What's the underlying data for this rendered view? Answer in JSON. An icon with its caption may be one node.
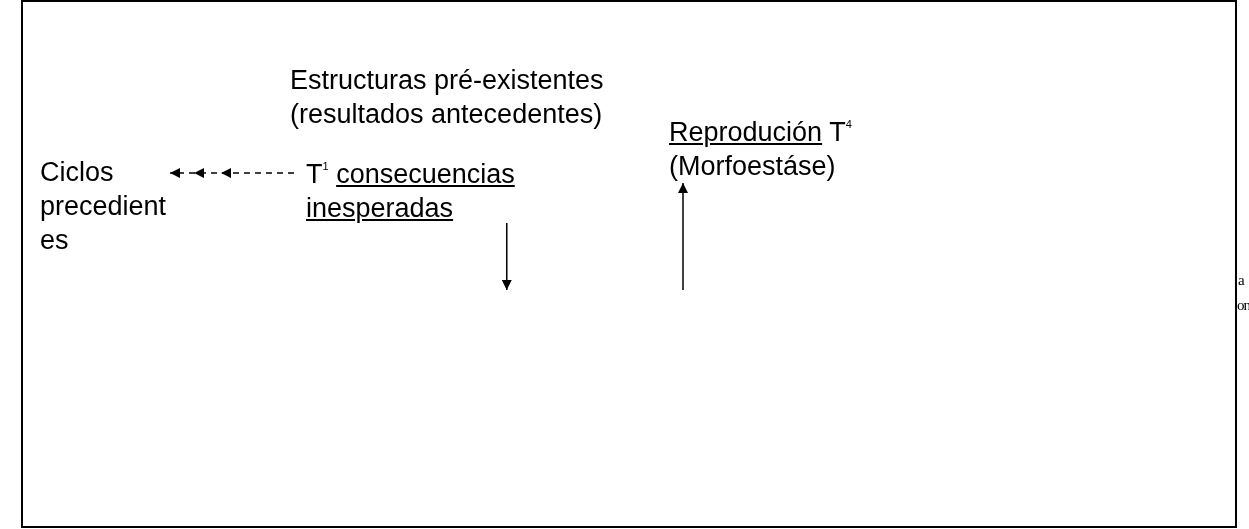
{
  "diagram": {
    "nodes": [
      {
        "text": [
          "Estructuras pré-existentes (resultados antecedentes)"
        ]
      },
      {
        "text": [
          "Ciclos precedientes"
        ]
      },
      {
        "text": [
          "T$^{1}$",
          "consecuencias inesperadas"
        ]
      },
      {
        "text": [
          "Reprodución",
          "T$^{4}$",
          "(Morfoestáse)"
        ]
      }
    ],
    "edges": [
      {
        "from": 2,
        "to": 1,
        "arrow": "to",
        "style": "dashed"
      },
      {
        "from": 2,
        "to": null,
        "arrow": "to"
      },
      {
        "from": null,
        "to": 3,
        "arrow": "to"
      }
    ],
    "labels": [
      "a",
      "on"
    ]
  }
}
